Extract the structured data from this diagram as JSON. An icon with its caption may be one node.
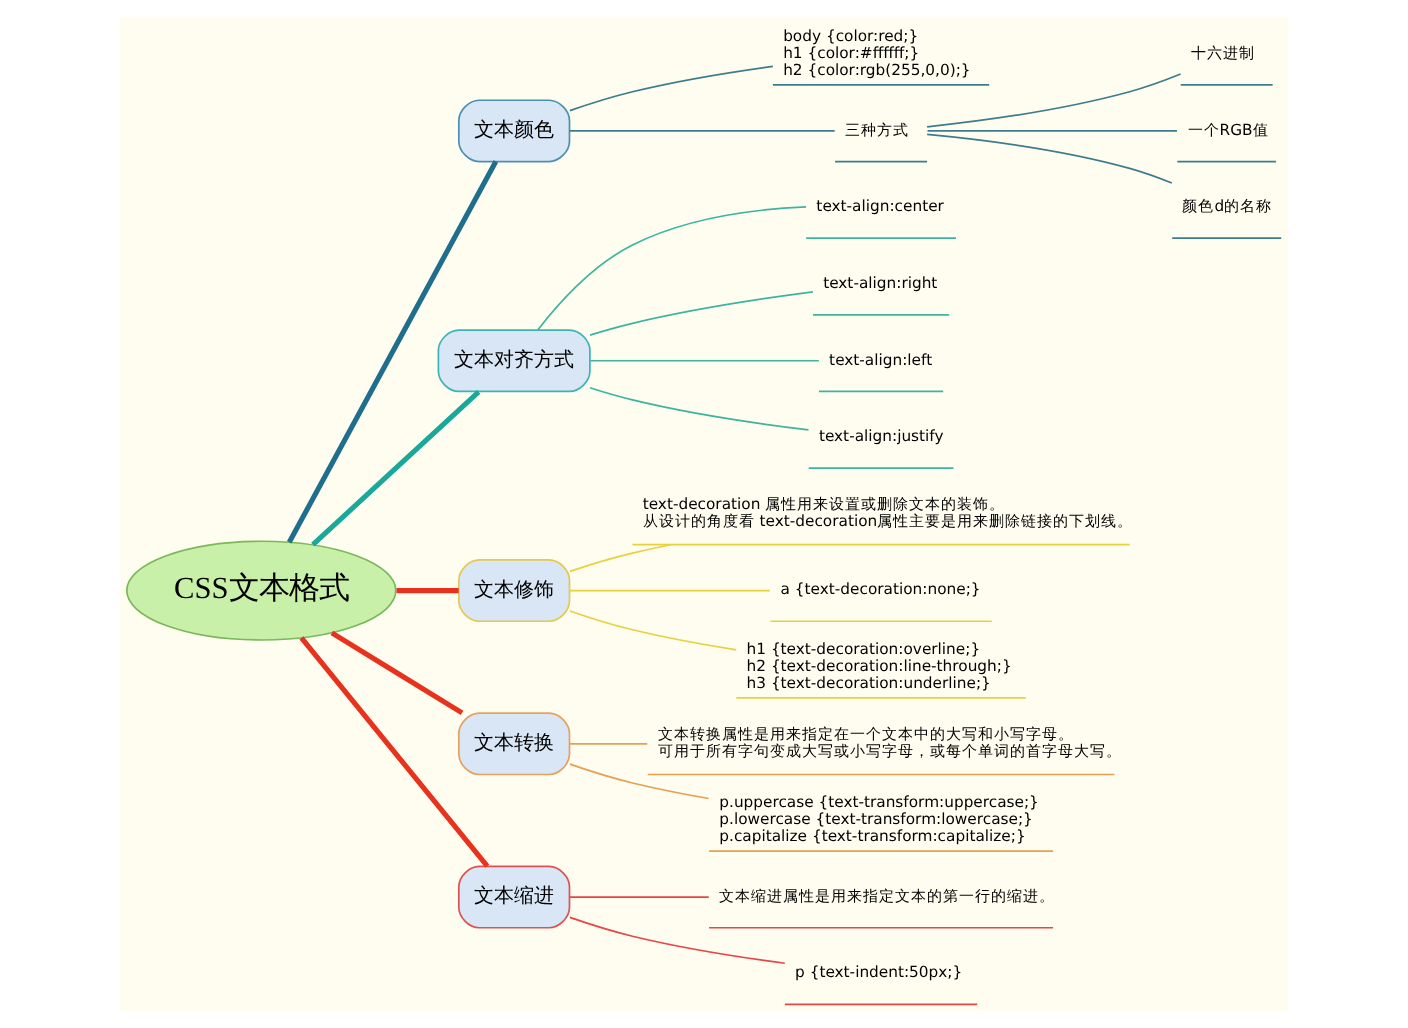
{
  "diagram": {
    "nodes": [
      {
        "text": [
          "CSS文本格式"
        ]
      },
      {
        "text": [
          "文本颜色"
        ]
      },
      {
        "text": [
          "body {color:red;}",
          "h1 {color:#ffffff;}",
          "h2 {color:rgb(255,0,0);}"
        ]
      },
      {
        "text": [
          "三种方式"
        ]
      },
      {
        "text": [
          "十六进制"
        ]
      },
      {
        "text": [
          "一个RGB值"
        ]
      },
      {
        "text": [
          "颜色d的名称"
        ]
      },
      {
        "text": [
          "文本对齐方式"
        ]
      },
      {
        "text": [
          "text-align:center"
        ]
      },
      {
        "text": [
          "text-align:right"
        ]
      },
      {
        "text": [
          "text-align:left"
        ]
      },
      {
        "text": [
          "text-align:justify"
        ]
      },
      {
        "text": [
          "文本修饰"
        ]
      },
      {
        "text": [
          "text-decoration 属性用来设置或删除文本的装饰。",
          "从设计的角度看 text-decoration属性主要是用来删除链接的下划线。"
        ]
      },
      {
        "text": [
          "a {text-decoration:none;}"
        ]
      },
      {
        "text": [
          "h1 {text-decoration:overline;}",
          "h2 {text-decoration:line-through;}",
          "h3 {text-decoration:underline;}"
        ]
      },
      {
        "text": [
          "文本转换"
        ]
      },
      {
        "text": [
          "文本转换属性是用来指定在一个文本中的大写和小写字母。",
          "可用于所有字句变成大写或小写字母，或每个单词的首字母大写。"
        ]
      },
      {
        "text": [
          "p.uppercase {text-transform:uppercase;}",
          "p.lowercase {text-transform:lowercase;}",
          "p.capitalize {text-transform:capitalize;}"
        ]
      },
      {
        "text": [
          "文本缩进"
        ]
      },
      {
        "text": [
          "文本缩进属性是用来指定文本的第一行的缩进。"
        ]
      },
      {
        "text": [
          "p {text-indent:50px;}"
        ]
      }
    ],
    "edges": [
      {
        "from": 0,
        "to": 1,
        "arrow": "none",
        "style": "thick",
        "color": "#1e6e8c"
      },
      {
        "from": 0,
        "to": 7,
        "arrow": "none",
        "style": "thick",
        "color": "#1aa89a"
      },
      {
        "from": 0,
        "to": 12,
        "arrow": "none",
        "style": "thick",
        "color": "#e8321e"
      },
      {
        "from": 0,
        "to": 16,
        "arrow": "none",
        "style": "thick",
        "color": "#e8321e"
      },
      {
        "from": 0,
        "to": 19,
        "arrow": "none",
        "style": "thick",
        "color": "#e8321e"
      },
      {
        "from": 1,
        "to": 2,
        "arrow": "none",
        "color": "#3c7c8c"
      },
      {
        "from": 1,
        "to": 3,
        "arrow": "none",
        "color": "#3c7c8c"
      },
      {
        "from": 3,
        "to": 4,
        "arrow": "none",
        "color": "#3c7c8c"
      },
      {
        "from": 3,
        "to": 5,
        "arrow": "none",
        "color": "#3c7c8c"
      },
      {
        "from": 3,
        "to": 6,
        "arrow": "none",
        "color": "#3c7c8c"
      },
      {
        "from": 7,
        "to": 8,
        "arrow": "none",
        "color": "#3cb4a0"
      },
      {
        "from": 7,
        "to": 9,
        "arrow": "none",
        "color": "#3cb4a0"
      },
      {
        "from": 7,
        "to": 10,
        "arrow": "none",
        "color": "#3cb4a0"
      },
      {
        "from": 7,
        "to": 11,
        "arrow": "none",
        "color": "#3cb4a0"
      },
      {
        "from": 12,
        "to": 13,
        "arrow": "none",
        "color": "#e6d23c"
      },
      {
        "from": 12,
        "to": 14,
        "arrow": "none",
        "color": "#e6d23c"
      },
      {
        "from": 12,
        "to": 15,
        "arrow": "none",
        "color": "#e6d23c"
      },
      {
        "from": 16,
        "to": 17,
        "arrow": "none",
        "color": "#e6a050"
      },
      {
        "from": 16,
        "to": 18,
        "arrow": "none",
        "color": "#e6a050"
      },
      {
        "from": 19,
        "to": 20,
        "arrow": "none",
        "color": "#e64646"
      },
      {
        "from": 19,
        "to": 21,
        "arrow": "none",
        "color": "#e64646"
      }
    ]
  }
}
